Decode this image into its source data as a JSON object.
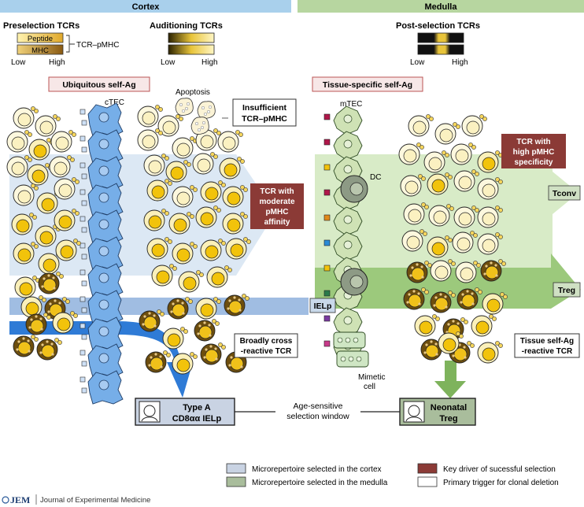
{
  "regions": {
    "cortex": "Cortex",
    "medulla": "Medulla"
  },
  "headings": {
    "preselection": "Preselection TCRs",
    "auditioning": "Auditioning TCRs",
    "postselection": "Post-selection TCRs"
  },
  "affinity_key": {
    "peptide": "Peptide",
    "mhc": "MHC",
    "bracket_label": "TCR–pMHC",
    "low": "Low",
    "high": "High"
  },
  "antigens": {
    "ubiquitous": "Ubiquitous self-Ag",
    "tissue_specific": "Tissue-specific self-Ag"
  },
  "cell_labels": {
    "ctec": "cTEC",
    "mtec": "mTEC",
    "dc": "DC",
    "apoptosis": "Apoptosis",
    "mimetic_1": "Mimetic",
    "mimetic_2": "cell"
  },
  "callouts": {
    "insufficient": [
      "Insufficient",
      "TCR–pMHC"
    ],
    "moderate_affinity": [
      "TCR with",
      "moderate",
      "pMHC",
      "affinity"
    ],
    "high_specificity": [
      "TCR with",
      "high pMHC",
      "specificity"
    ],
    "broadly_cross_reactive": [
      "Broadly cross",
      "-reactive TCR"
    ],
    "tissue_reactive": [
      "Tissue self-Ag",
      "-reactive TCR"
    ]
  },
  "fates": {
    "ielp": "IELp",
    "tconv": "Tconv",
    "treg": "Treg"
  },
  "outcomes": {
    "type_a": [
      "Type A",
      "CD8αα IELp"
    ],
    "neonatal_treg": [
      "Neonatal",
      "Treg"
    ],
    "window": [
      "Age-sensitive",
      "selection window"
    ]
  },
  "legend": [
    {
      "label": "Microrepertoire selected in the cortex",
      "color": "#c9d3e3"
    },
    {
      "label": "Microrepertoire selected in the medulla",
      "color": "#a9bd9c"
    },
    {
      "label": "Key driver of sucessful selection",
      "color": "#8b3a36"
    },
    {
      "label": "Primary trigger for clonal deletion",
      "color": "#ffffff"
    }
  ],
  "journal": {
    "logo": "JEM",
    "name": "Journal of Experimental Medicine"
  },
  "colors": {
    "cortex_band": "#a9d0ec",
    "medulla_band": "#b7d6a0",
    "cortex_arrow": "#dce8f4",
    "medulla_arrow": "#d8ebc7",
    "treg_band": "#7eb35c",
    "ielp_band": "#8fb1dd",
    "blue_arrow": "#2f7bd6",
    "key_driver": "#8b3a36",
    "ctec_fill": "#76aee8",
    "mtec_fill": "#cfe2b5",
    "thymocyte_pale": "#fbf3c8",
    "thymocyte_gold": "#f2c30b",
    "thymocyte_brown": "#8a6a1c"
  }
}
